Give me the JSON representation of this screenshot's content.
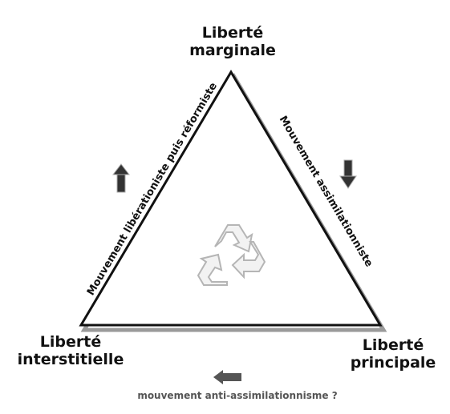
{
  "corners": {
    "top": [
      "Liberté",
      "marginale"
    ],
    "left": [
      "Liberté",
      "interstitielle"
    ],
    "right": [
      "Liberté",
      "principale"
    ]
  },
  "sides": {
    "left": "Mouvement libérationiste puis réformiste",
    "right": "Mouvement assimilationniste"
  },
  "bottom": {
    "text": "mouvement anti-assimilationnisme ?"
  },
  "arrows": {
    "left_direction": "up",
    "right_direction": "down",
    "bottom_direction": "left"
  },
  "icons": {
    "center": "recycle-icon"
  },
  "colors": {
    "triangle_stroke": "#111111",
    "triangle_shadow": "#9a9a9a",
    "arrow_dark": "#333333",
    "arrow_bottom": "#555555",
    "recycle": "#b5b5b5",
    "bottom_text": "#555555"
  }
}
